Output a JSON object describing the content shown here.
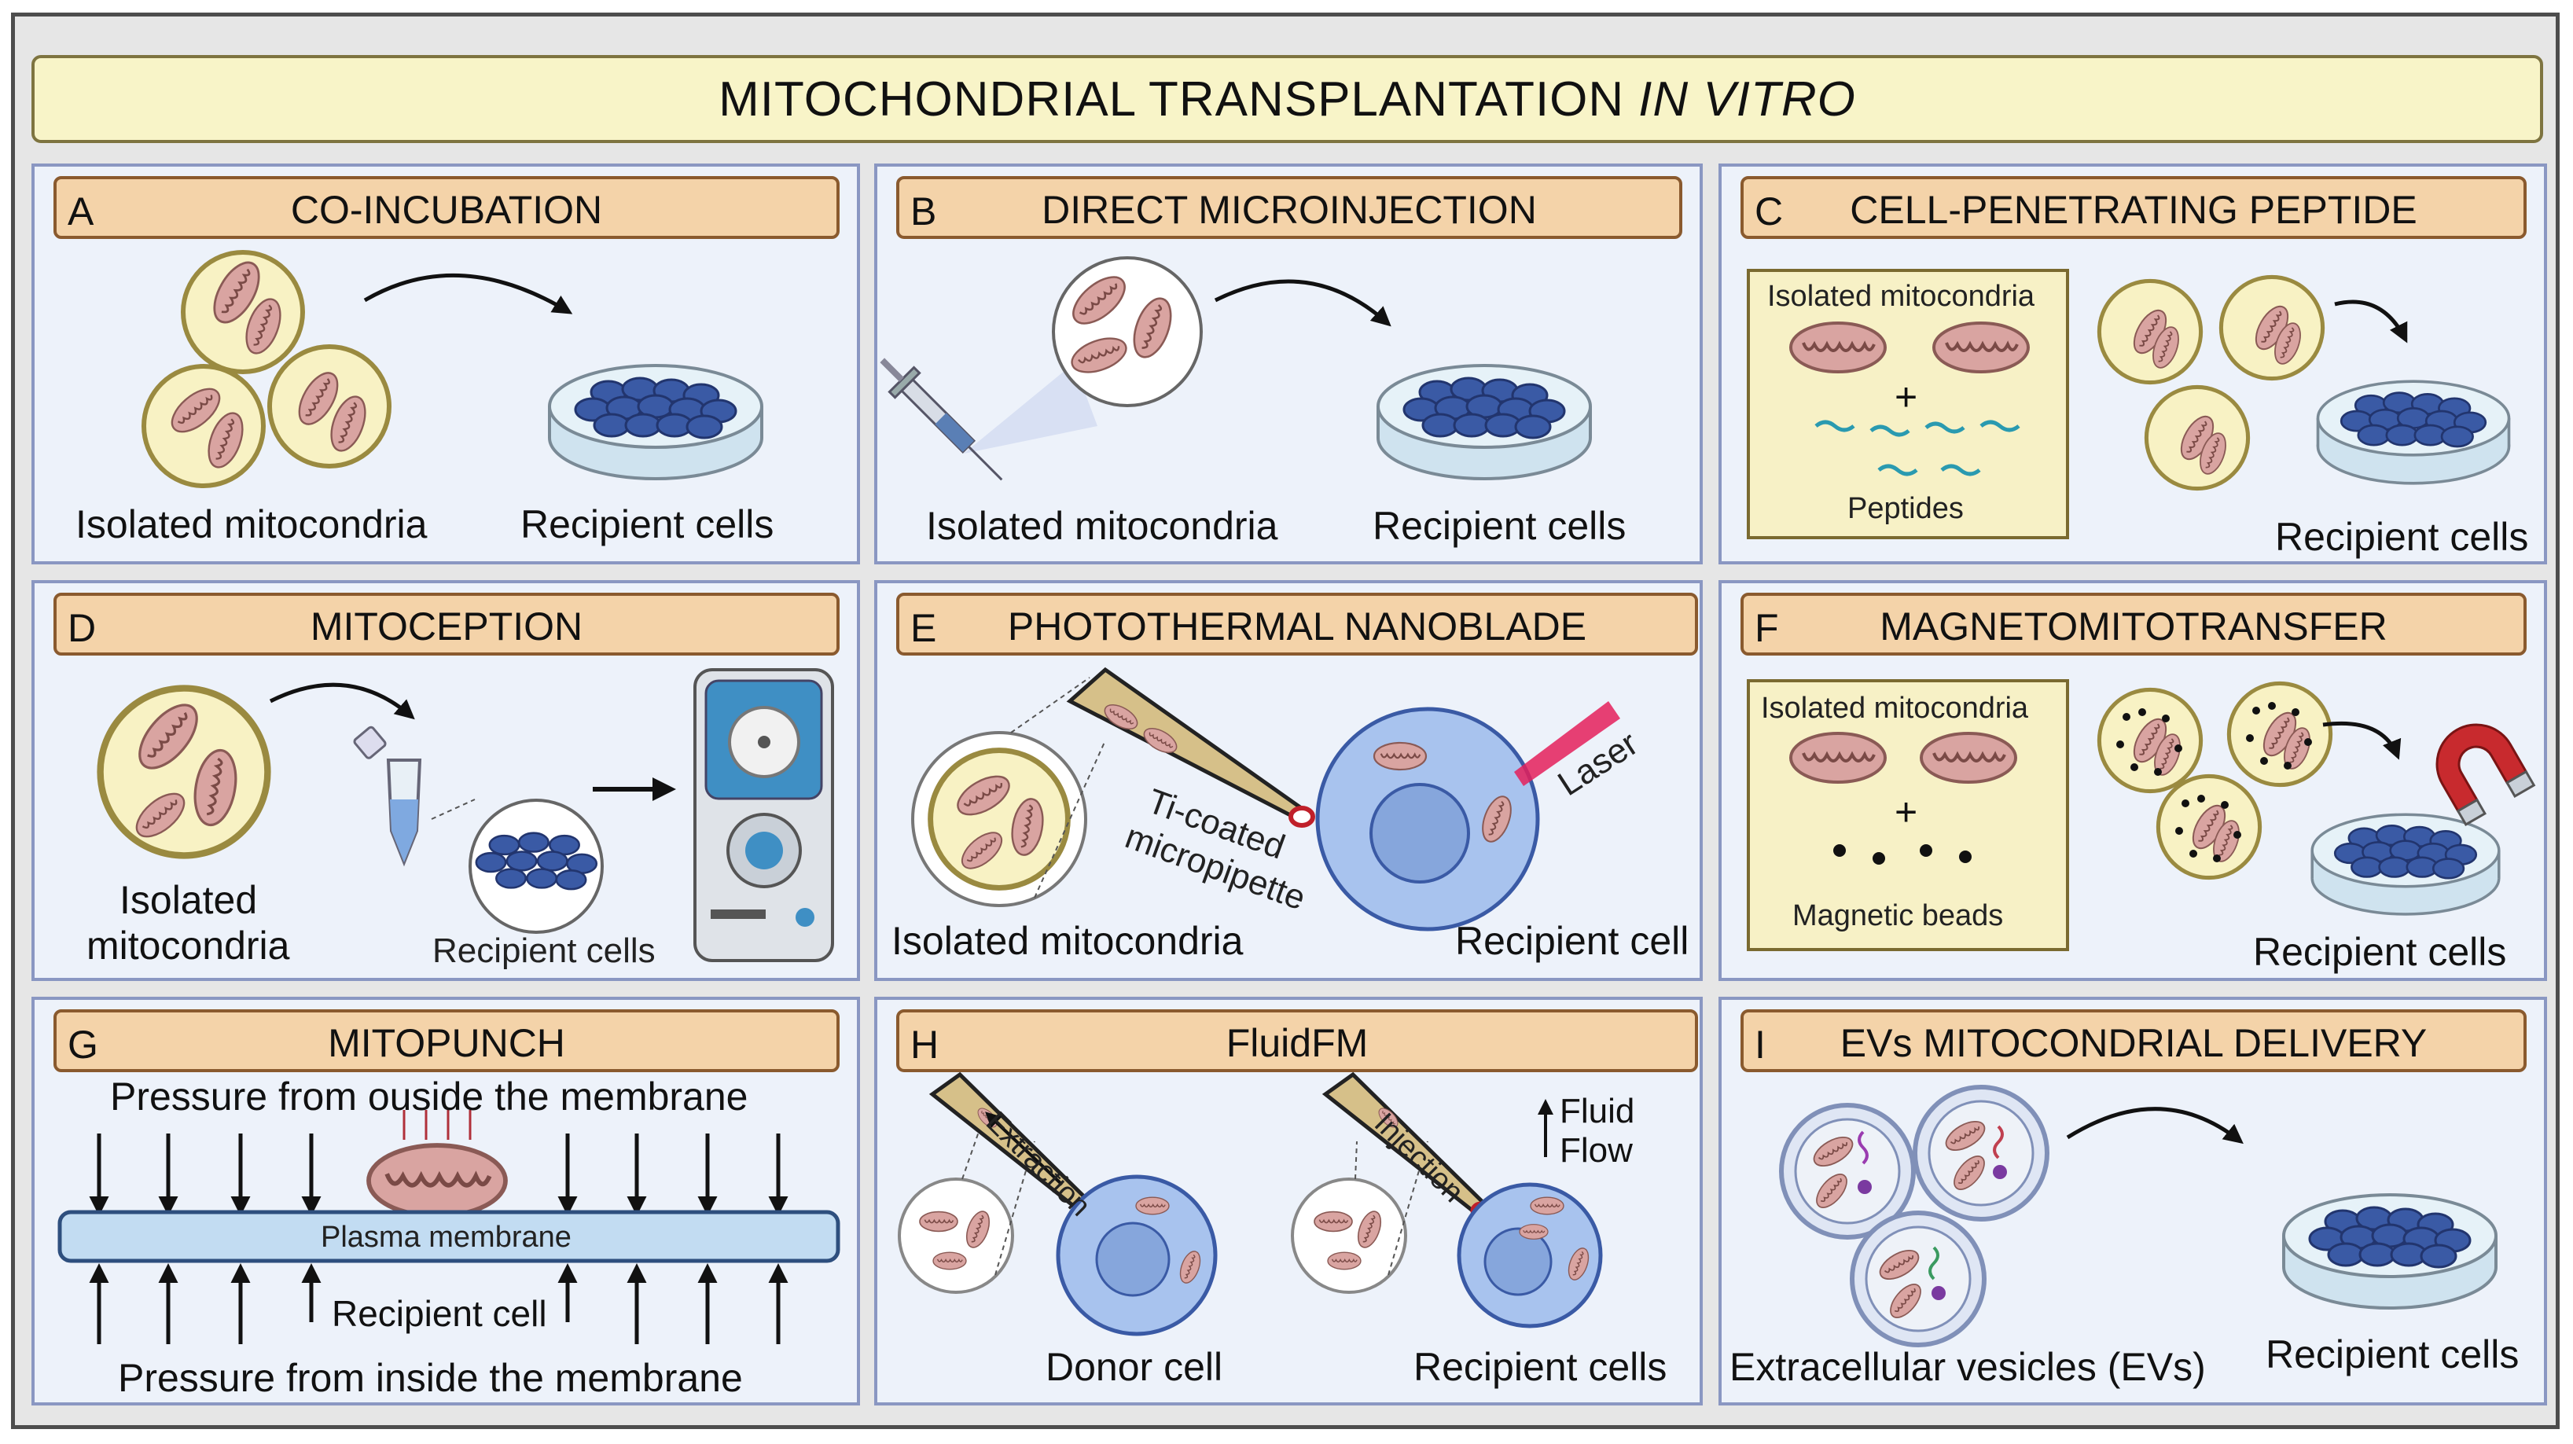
{
  "title": {
    "main": "MITOCHONDRIAL TRANSPLANTATION",
    "italic": "IN VITRO"
  },
  "panels": {
    "A": {
      "letter": "A",
      "title": "CO-INCUBATION",
      "left_label": "Isolated mitocondria",
      "right_label": "Recipient cells"
    },
    "B": {
      "letter": "B",
      "title": "DIRECT MICROINJECTION",
      "left_label": "Isolated mitocondria",
      "right_label": "Recipient cells"
    },
    "C": {
      "letter": "C",
      "title": "CELL-PENETRATING PEPTIDE",
      "box_top": "Isolated mitocondria",
      "plus": "+",
      "box_bottom": "Peptides",
      "right_label": "Recipient cells"
    },
    "D": {
      "letter": "D",
      "title": "MITOCEPTION",
      "left_label_1": "Isolated",
      "left_label_2": "mitocondria",
      "right_label": "Recipient cells"
    },
    "E": {
      "letter": "E",
      "title": "PHOTOTHERMAL NANOBLADE",
      "pipette_1": "Ti-coated",
      "pipette_2": "micropipette",
      "laser": "Laser",
      "left_label": "Isolated mitocondria",
      "right_label": "Recipient cell"
    },
    "F": {
      "letter": "F",
      "title": "MAGNETOMITOTRANSFER",
      "box_top": "Isolated mitocondria",
      "plus": "+",
      "box_bottom": "Magnetic beads",
      "right_label": "Recipient cells"
    },
    "G": {
      "letter": "G",
      "title": "MITOPUNCH",
      "top_text": "Pressure from ouside the membrane",
      "membrane": "Plasma membrane",
      "cell": "Recipient cell",
      "bottom_text": "Pressure from inside the membrane"
    },
    "H": {
      "letter": "H",
      "title": "FluidFM",
      "extraction": "Extraction",
      "injection": "Injection",
      "flow_1": "Fluid",
      "flow_2": "Flow",
      "left_label": "Donor cell",
      "right_label": "Recipient cells"
    },
    "I": {
      "letter": "I",
      "title": "EVs MITOCONDRIAL DELIVERY",
      "left_label": "Extracellular vesicles (EVs)",
      "right_label": "Recipient cells"
    }
  },
  "icons": [
    "mitochondria-icon",
    "petri-dish-icon",
    "syringe-icon",
    "eppendorf-tube-icon",
    "centrifuge-icon",
    "micropipette-icon",
    "laser-icon",
    "magnet-icon",
    "magnetic-bead-icon",
    "peptide-icon",
    "extracellular-vesicle-icon",
    "arrow-icon"
  ],
  "colors": {
    "frame": "#e6e6e6",
    "panel": "#edf2fa",
    "panel_border": "#8a97c2",
    "header": "#f4d3a9",
    "title_bar": "#f8f4c8",
    "mito": "#d8a3a0",
    "cell": "#3d5ea8",
    "sphere": "#f6f0c0"
  }
}
